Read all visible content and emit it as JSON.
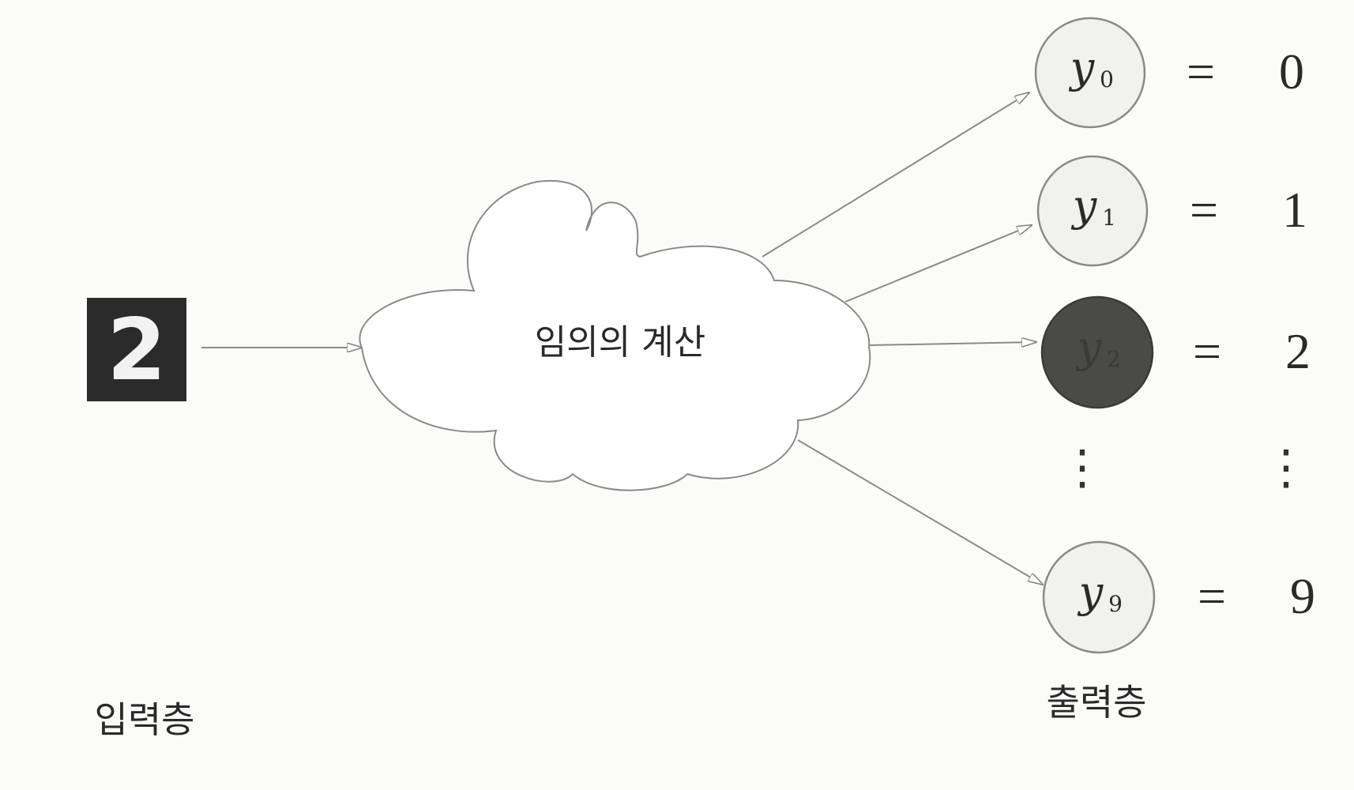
{
  "diagram": {
    "input": {
      "digit": "2",
      "label": "입력층"
    },
    "hidden": {
      "label": "임의의 계산"
    },
    "output": {
      "label": "출력층",
      "nodes": [
        {
          "var": "y",
          "sub": "0",
          "value": "0",
          "active": false
        },
        {
          "var": "y",
          "sub": "1",
          "value": "1",
          "active": false
        },
        {
          "var": "y",
          "sub": "2",
          "value": "2",
          "active": true
        },
        {
          "var": "y",
          "sub": "9",
          "value": "9",
          "active": false
        }
      ],
      "equals": "=",
      "ellipsis": "⋮"
    },
    "colors": {
      "node_fill": "#f1f1ee",
      "node_active_fill": "#4a4a48",
      "stroke": "#8a8a88",
      "input_bg": "#2b2b2b"
    }
  }
}
